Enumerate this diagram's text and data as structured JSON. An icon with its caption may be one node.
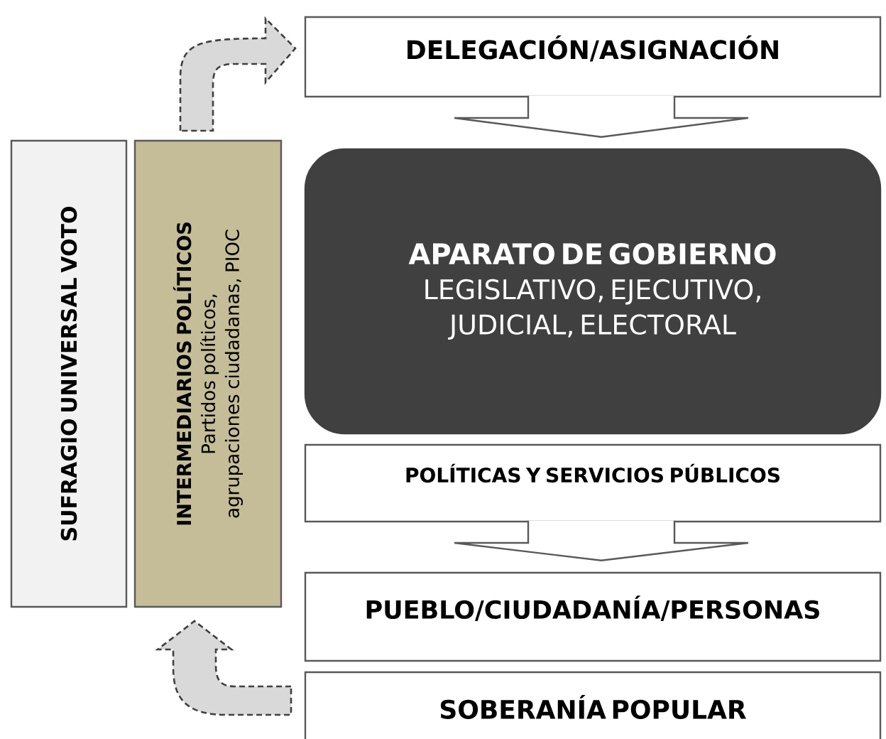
{
  "diagram": {
    "nodes": [
      {
        "text": [
          "DELEGACIÓN/ASIGNACIÓN"
        ]
      },
      {
        "text": [
          "SUFRAGIO UNIVERSAL VOTO"
        ]
      },
      {
        "text": [
          "INTERMEDIARIOS POLÍTICOS",
          "Partidos políticos, agrupaciones ciudadanas, PIOC"
        ]
      },
      {
        "text": [
          "APARATO DE GOBIERNO",
          "LEGISLATIVO, EJECUTIVO, JUDICIAL, ELECTORAL"
        ]
      },
      {
        "text": [
          "POLÍTICAS Y SERVICIOS PÚBLICOS"
        ]
      },
      {
        "text": [
          "PUEBLO/CIUDADANÍA/PERSONAS"
        ]
      },
      {
        "text": [
          "SOBERANÍA POPULAR"
        ]
      }
    ],
    "edges": [
      {
        "from": 0,
        "to": 3,
        "arrow": "to"
      },
      {
        "from": 4,
        "to": 5,
        "arrow": "to"
      },
      {
        "from": 2,
        "to": 0,
        "arrow": "to",
        "style": "dashed"
      },
      {
        "from": 6,
        "to": 2,
        "arrow": "to",
        "style": "dashed"
      }
    ]
  }
}
